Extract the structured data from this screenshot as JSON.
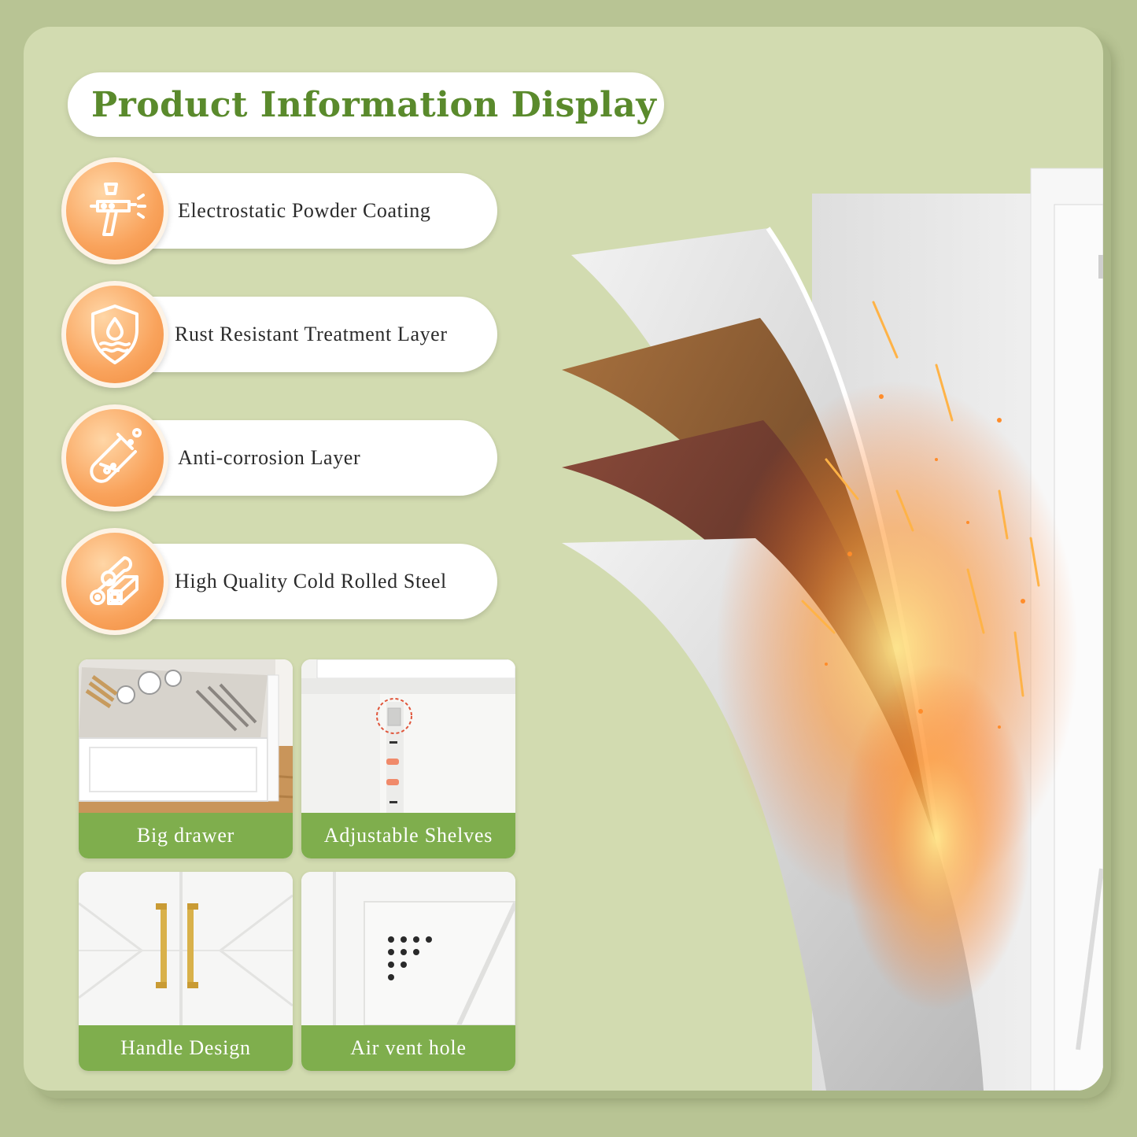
{
  "title": "Product Information Display",
  "features": [
    {
      "label": "Electrostatic Powder Coating",
      "icon": "spray-gun-icon"
    },
    {
      "label": "Rust Resistant Treatment Layer",
      "icon": "shield-drop-icon"
    },
    {
      "label": "Anti-corrosion Layer",
      "icon": "flask-icon"
    },
    {
      "label": "High Quality Cold Rolled Steel",
      "icon": "steel-logs-icon"
    }
  ],
  "details": [
    {
      "caption": "Big drawer"
    },
    {
      "caption": "Adjustable Shelves"
    },
    {
      "caption": "Handle Design"
    },
    {
      "caption": "Air vent hole"
    }
  ],
  "colors": {
    "background": "#b8c494",
    "card": "#d2dbb0",
    "title_green": "#5a8a2c",
    "caption_green": "#7fae4d",
    "badge_orange": "#f9a35c"
  }
}
